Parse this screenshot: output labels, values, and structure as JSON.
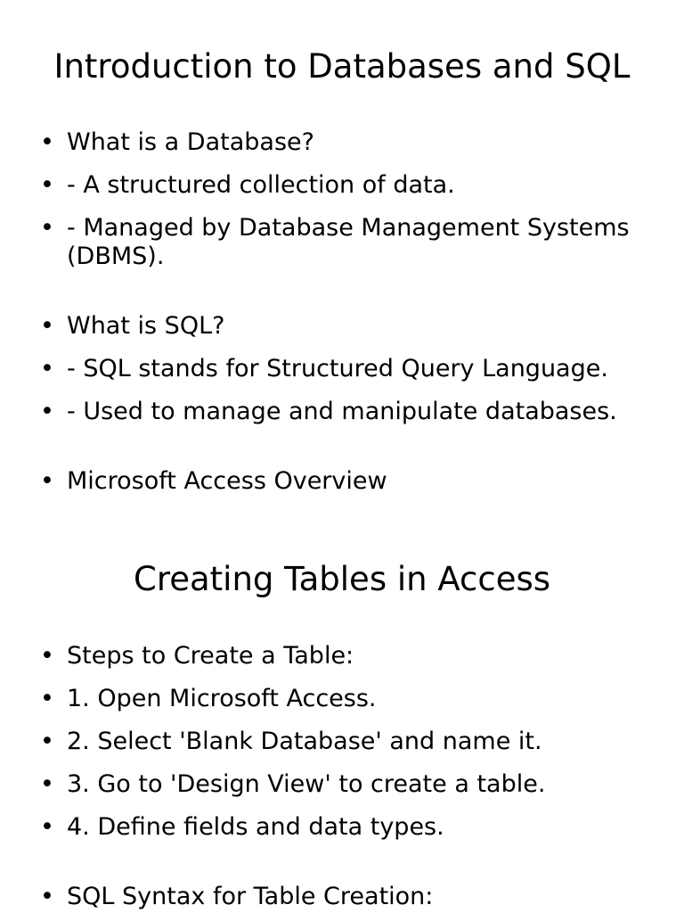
{
  "slides": [
    {
      "title": "Introduction to Databases and SQL",
      "bullets": [
        "What is a Database?",
        "- A structured collection of data.",
        "- Managed by Database Management Systems (DBMS).",
        "What is SQL?",
        "- SQL stands for Structured Query Language.",
        "- Used to manage and manipulate databases.",
        "Microsoft Access Overview"
      ]
    },
    {
      "title": "Creating Tables in Access",
      "bullets": [
        "Steps to Create a Table:",
        "1. Open Microsoft Access.",
        "2. Select 'Blank Database' and name it.",
        "3. Go to 'Design View' to create a table.",
        "4. Define fields and data types.",
        "SQL Syntax for Table Creation:"
      ]
    }
  ]
}
